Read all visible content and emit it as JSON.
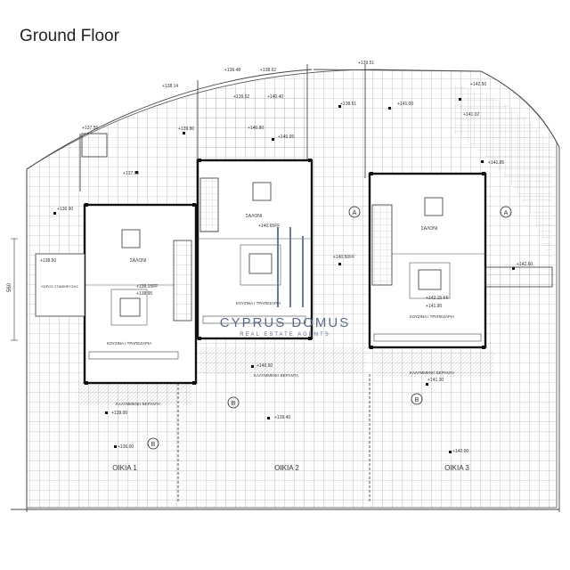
{
  "title": "Ground Floor",
  "watermark": {
    "brand": "CYPRUS DOMUS",
    "tagline": "REAL ESTATE AGENTS"
  },
  "houses": [
    {
      "name": "ΟΙΚΙΑ 1",
      "living": "ΣΑΛΟΝΙ",
      "kitchen": "ΚΟΥΖΙΝΑ / ΤΡΑΠΕΖΑΡΙΑ",
      "veranda": "ΚΑΛΥΜΜΕΝΗ ΒΕΡΑΝΤΑ",
      "side": "ΧΩΡΟΣ ΣΤΑΘΜΕΥΣΗΣ",
      "ff": "+138.15FF",
      "fl": "+138.95"
    },
    {
      "name": "ΟΙΚΙΑ 2",
      "living": "ΣΑΛΟΝΙ",
      "kitchen": "ΚΟΥΖΙΝΑ / ΤΡΑΠΕΖΑΡΙΑ",
      "veranda": "ΚΑΛΥΜΜΕΝΗ ΒΕΡΑΝΤΑ",
      "ff": "+140.65FF",
      "fl": "+140.50FF"
    },
    {
      "name": "ΟΙΚΙΑ 3",
      "living": "ΣΑΛΟΝΙ",
      "kitchen": "ΚΟΥΖΙΝΑ / ΤΡΑΠΕΖΑΡΙΑ",
      "veranda": "ΚΑΛΥΜΜΕΝΗ ΒΕΡΑΝΤΑ",
      "ff": "+142.15 FF",
      "fl": "+141.90"
    }
  ],
  "section_mark": "B",
  "section_mark_a": "A",
  "dimension": "560",
  "levels": [
    "+136.48",
    "+138.62",
    "+138.14",
    "+139.51",
    "+139.52",
    "+140.40",
    "+138.51",
    "+141.00",
    "+141.02",
    "+142.50",
    "+137.55",
    "+139.80",
    "+140.80",
    "+140.95",
    "+137.60",
    "+136.90",
    "+141.85",
    "+138.50",
    "+140.50",
    "+142.00",
    "+139.00",
    "+141.20",
    "+136.00",
    "+139.40",
    "+142.60"
  ]
}
